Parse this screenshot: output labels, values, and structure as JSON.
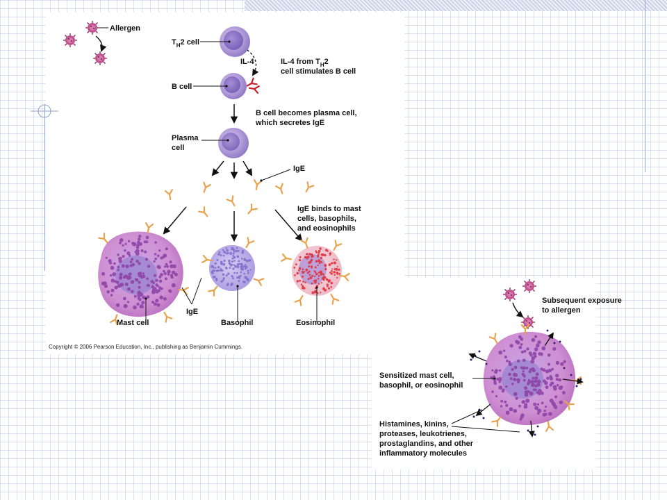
{
  "colors": {
    "accent_line": "#8ea2cc",
    "cell_purple": "#a98fd0",
    "mast_pink": "#c68ac8",
    "eosinophil_red": "#e0313b",
    "antibody_orange": "#e8a24c",
    "receptor_red": "#c8202c",
    "allergen_magenta": "#c0548e"
  },
  "icons": [
    "allergen-icon",
    "antibody-icon",
    "granule-dot-icon"
  ],
  "panel1": {
    "allergen": "Allergen",
    "th2_cell_prefix": "T",
    "th2_cell_sub": "H",
    "th2_cell_suffix": "2 cell",
    "il4": "IL-4",
    "il4_from_l1_prefix": "IL-4 from T",
    "il4_from_l1_sub": "H",
    "il4_from_l1_suffix": "2",
    "il4_from_l2": "cell stimulates B cell",
    "b_cell": "B cell",
    "becomes_l1": "B cell becomes plasma cell,",
    "becomes_l2": "which secretes IgE",
    "plasma_l1": "Plasma",
    "plasma_l2": "cell",
    "ige": "IgE",
    "binds_l1": "IgE binds to mast",
    "binds_l2": "cells, basophils,",
    "binds_l3": "and eosinophils",
    "ige_lower": "IgE",
    "mast_cell": "Mast cell",
    "basophil": "Basophil",
    "eosinophil": "Eosinophil",
    "copyright": "Copyright © 2006 Pearson Education, Inc., publishing as Benjamin Cummings."
  },
  "panel2": {
    "subsequent_l1": "Subsequent exposure",
    "subsequent_l2": "to allergen",
    "sensitized_l1": "Sensitized mast cell,",
    "sensitized_l2": "basophil, or eosinophil",
    "mediators_l1": "Histamines, kinins,",
    "mediators_l2": "proteases, leukotrienes,",
    "mediators_l3": "prostaglandins, and other",
    "mediators_l4": "inflammatory molecules"
  }
}
